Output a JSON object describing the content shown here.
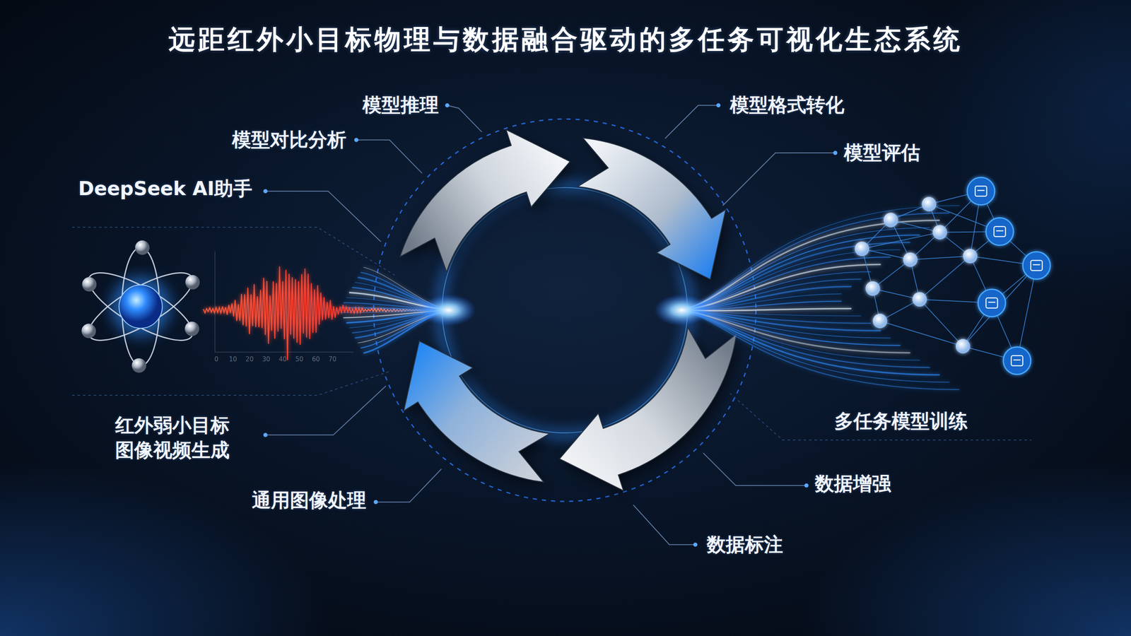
{
  "diagram": {
    "title": "远距红外小目标物理与数据融合驱动的多任务可视化生态系统",
    "labels": [
      "模型推理",
      "模型格式转化",
      "模型对比分析",
      "模型评估",
      "DeepSeek AI助手",
      "红外弱小目标 图像视频生成",
      "多任务模型训练",
      "数据增强",
      "通用图像处理",
      "数据标注",
      "0",
      "10",
      "20",
      "30",
      "40",
      "50",
      "60",
      "70"
    ]
  }
}
